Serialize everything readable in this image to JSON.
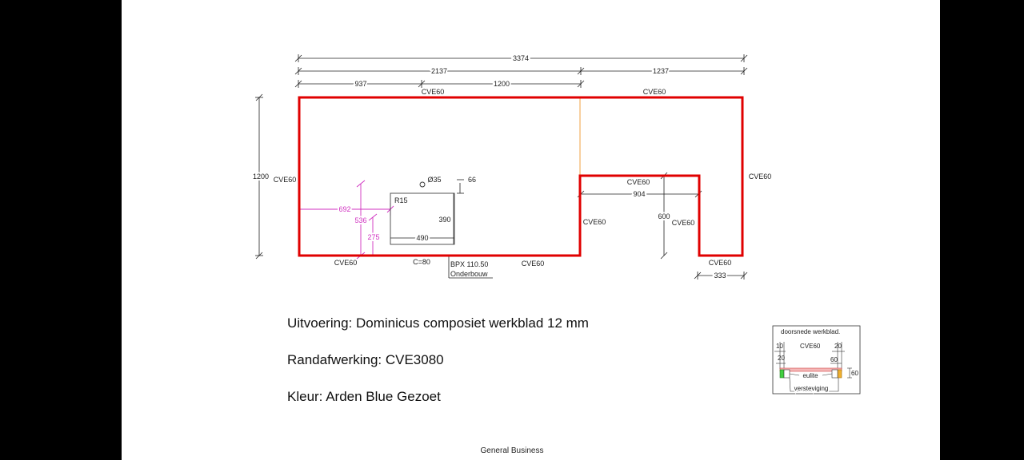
{
  "dimensions": {
    "total_width": "3374",
    "left_width": "2137",
    "right_width": "1237",
    "sink_offset": "937",
    "middle_width": "1200",
    "height": "1200",
    "notch_width": "904",
    "notch_depth": "600",
    "right_leg": "333",
    "sink_x": "692",
    "sink_y": "536",
    "sink_y2": "275",
    "sink_width": "490",
    "sink_depth": "390",
    "hole_gap": "66"
  },
  "edges": {
    "top_left": "CVE60",
    "top_right": "CVE60",
    "left": "CVE60",
    "right": "CVE60",
    "notch_top": "CVE60",
    "notch_left": "CVE60",
    "notch_right": "CVE60",
    "bottom_left": "CVE60",
    "bottom_mid": "CVE60",
    "bottom_right": "CVE60"
  },
  "sink": {
    "radius": "R15",
    "hole": "Ø35",
    "c_value": "C=80",
    "model": "BPX 110.50",
    "mount": "Onderbouw"
  },
  "specs": {
    "execution": "Uitvoering: Dominicus composiet werkblad 12 mm",
    "edge": "Randafwerking: CVE3080",
    "color": "Kleur: Arden Blue Gezoet"
  },
  "section": {
    "title": "doorsnede werkblad.",
    "edge": "CVE60",
    "left_top": "10",
    "left_bottom": "20",
    "right_top": "20",
    "right_bottom": "60",
    "height": "60",
    "eulite": "eulite",
    "reinforcement": "versteviging"
  },
  "footer": "General Business",
  "colors": {
    "outline": "#e00000",
    "magenta": "#d030c0",
    "seam": "#f0a040"
  }
}
